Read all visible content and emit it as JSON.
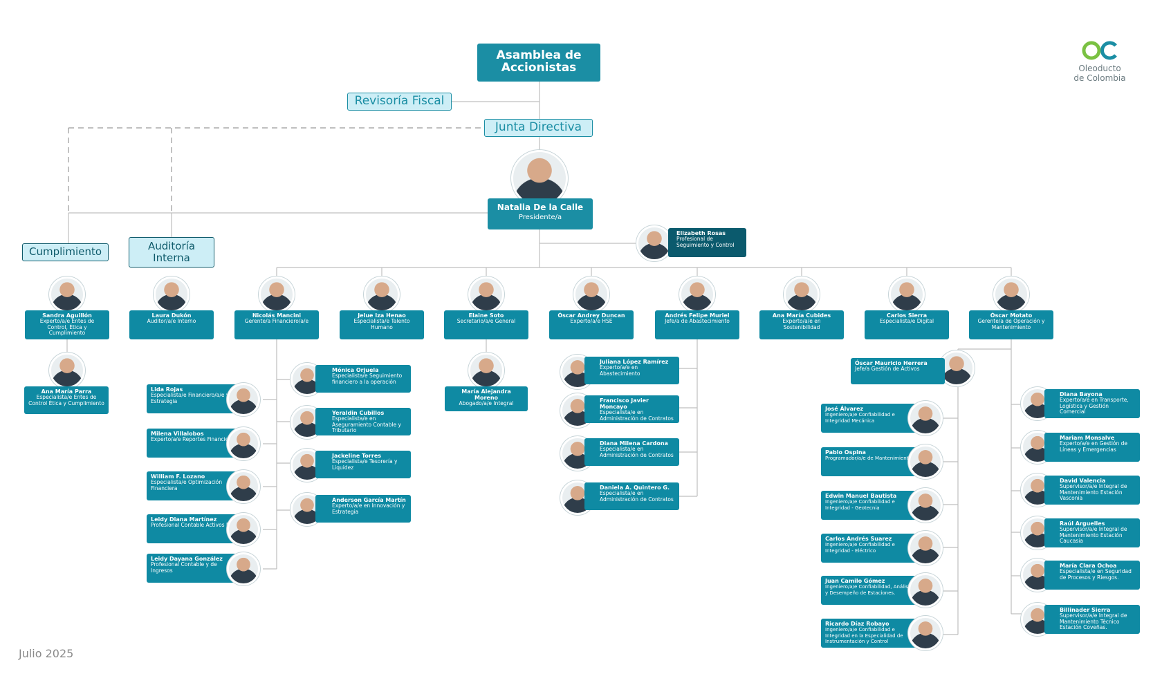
{
  "top": {
    "asamblea": "Asamblea de Accionistas",
    "revisoria": "Revisoría Fiscal",
    "junta": "Junta Directiva",
    "cumplimiento": "Cumplimiento",
    "auditoria": "Auditoría Interna"
  },
  "president": {
    "name": "Natalia De la Calle",
    "role": "Presidente/a"
  },
  "advisor": {
    "name": "Elizabeth Rosas",
    "role": "Profesional de Seguimiento y Control"
  },
  "logo": {
    "line1": "Oleoducto",
    "line2": "de Colombia"
  },
  "date": "Julio 2025",
  "colors": {
    "teal": "#1b8ea4",
    "light": "#cdeef6",
    "line": "#bfbfbf"
  },
  "level1": [
    {
      "name": "Sandra Aguillón",
      "role": "Experto/a/e Entes de Control, Ética y Cumplimiento"
    },
    {
      "name": "Laura Dukón",
      "role": "Auditor/a/e Interno"
    },
    {
      "name": "Nicolás Mancini",
      "role": "Gerente/a Financiero/a/e"
    },
    {
      "name": "Jelue Iza Henao",
      "role": "Especialista/e Talento Humano"
    },
    {
      "name": "Elaine Soto",
      "role": "Secretario/a/e General"
    },
    {
      "name": "Óscar Andrey Duncan",
      "role": "Experto/a/e HSE"
    },
    {
      "name": "Andrés Felipe Muriel",
      "role": "Jefe/a de Abastecimiento"
    },
    {
      "name": "Ana María Cubides",
      "role": "Experto/a/e en Sostenibilidad"
    },
    {
      "name": "Carlos Sierra",
      "role": "Especialista/e Digital"
    },
    {
      "name": "Óscar Motato",
      "role": "Gerente/a de Operación y Mantenimiento"
    }
  ],
  "cumplimiento_team": [
    {
      "name": "Ana María Parra",
      "role": "Especialista/e Entes de Control Ética y Cumplimiento"
    }
  ],
  "fin_left": [
    {
      "name": "Lida Rojas",
      "role": "Especialista/e Financiero/a/e y de Estrategia"
    },
    {
      "name": "Milena Villalobos",
      "role": "Experto/a/e Reportes Financieros"
    },
    {
      "name": "William F. Lozano",
      "role": "Especialista/e Optimización Financiera"
    },
    {
      "name": "Leidy Diana Martínez",
      "role": "Profesional Contable Activos Fijos"
    },
    {
      "name": "Leidy Dayana González",
      "role": "Profesional Contable y de Ingresos"
    }
  ],
  "fin_right": [
    {
      "name": "Mónica Orjuela",
      "role": "Especialista/e Seguimiento financiero a la operación"
    },
    {
      "name": "Yeraldin Cubillos",
      "role": "Especialista/e en Aseguramiento Contable y Tributario"
    },
    {
      "name": "Jackeline Torres",
      "role": "Especialista/e Tesorería y Liquidez"
    },
    {
      "name": "Anderson García Martín",
      "role": "Experto/a/e en Innovación y Estrategia"
    }
  ],
  "sec_team": [
    {
      "name": "María Alejandra Moreno",
      "role": "Abogado/a/e Integral"
    }
  ],
  "abast_team": [
    {
      "name": "Juliana López Ramírez",
      "role": "Experto/a/e en Abastecimiento"
    },
    {
      "name": "Francisco Javier Moncayo",
      "role": "Especialista/e en Administración de Contratos"
    },
    {
      "name": "Diana Milena Cardona",
      "role": "Especialista/e en Administración de Contratos"
    },
    {
      "name": "Daniela A. Quintero G.",
      "role": "Especialista/e en Administración de Contratos"
    }
  ],
  "activos_head": {
    "name": "Óscar Mauricio Herrera",
    "role": "Jefe/a Gestión de Activos"
  },
  "activos_team": [
    {
      "name": "José Álvarez",
      "role": "Ingeniero/a/e Confiabilidad e Integridad Mecánica"
    },
    {
      "name": "Pablo Ospina",
      "role": "Programador/a/e de Mantenimiento"
    },
    {
      "name": "Edwin Manuel Bautista",
      "role": "Ingeniero/a/e Confiabilidad e Integridad - Geotecnia"
    },
    {
      "name": "Carlos Andrés Suarez",
      "role": "Ingeniero/a/e Confiabilidad e Integridad - Eléctrico"
    },
    {
      "name": "Juan Camilo Gómez",
      "role": "Ingeniero/a/e Confiabilidad, Análisis y Desempeño de Estaciones."
    },
    {
      "name": "Ricardo Díaz Robayo",
      "role": "Ingeniero/a/e Confiabilidad e Integridad en la Especialidad de Instrumentación y Control"
    }
  ],
  "ops_team": [
    {
      "name": "Diana Bayona",
      "role": "Experto/a/e en Transporte, Logística y Gestión Comercial"
    },
    {
      "name": "Mariam Monsalve",
      "role": "Experto/a/e en Gestión de Líneas y Emergencias"
    },
    {
      "name": "David Valencia",
      "role": "Supervisor/a/e Integral de Mantenimiento Estación Vasconia"
    },
    {
      "name": "Raúl Arguelles",
      "role": "Supervisor/a/e Integral de Mantenimiento Estación Caucasia"
    },
    {
      "name": "María Clara Ochoa",
      "role": "Especialista/e en Seguridad de Procesos y Riesgos."
    },
    {
      "name": "Billinader Sierra",
      "role": "Supervisor/a/e Integral de Mantenimiento Técnico Estación Coveñas."
    }
  ]
}
